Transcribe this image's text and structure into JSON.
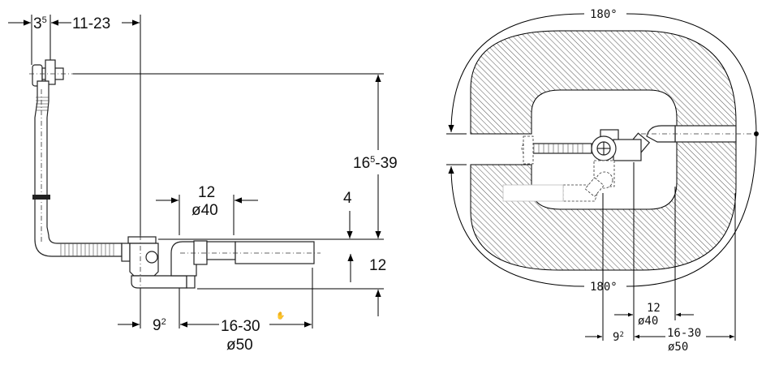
{
  "side_view": {
    "dim_overflow_offset": "3",
    "dim_overflow_offset_sup": "5",
    "dim_horizontal_range": "11-23",
    "dim_height_range_a": "16",
    "dim_height_range_sup": "5",
    "dim_height_range_b": "-39",
    "dim_top_offset": "4",
    "dim_outlet_height": "12",
    "dim_outlet_length": "12",
    "dim_outlet_diameter": "ø40",
    "dim_center_offset": "9",
    "dim_center_offset_sup": "2",
    "dim_pipe_range": "16-30",
    "dim_pipe_diameter": "ø50"
  },
  "top_view": {
    "rotation_top": "180°",
    "rotation_bottom": "180°",
    "dim_outlet_length": "12",
    "dim_outlet_diameter": "ø40",
    "dim_center_offset": "9",
    "dim_center_offset_sup": "2",
    "dim_pipe_range": "16-30",
    "dim_pipe_diameter": "ø50"
  }
}
